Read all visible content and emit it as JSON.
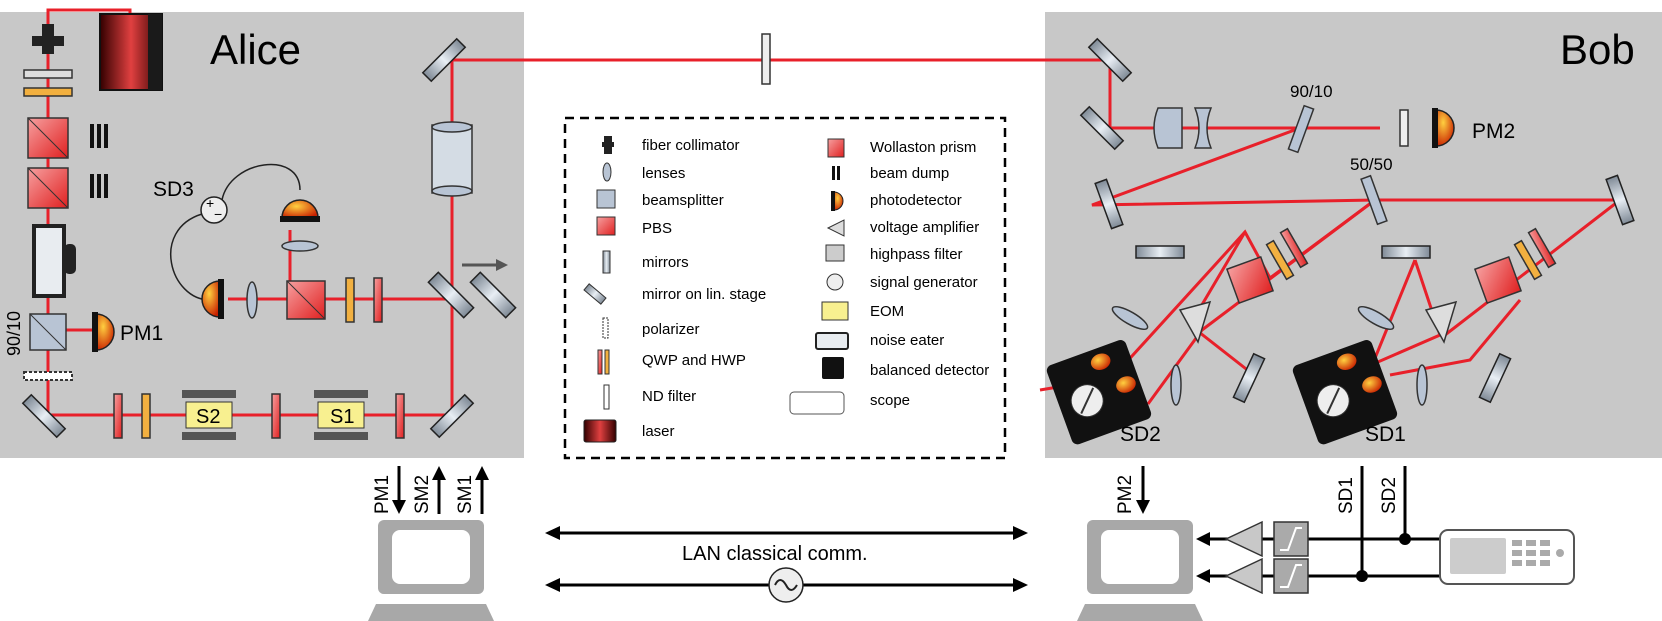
{
  "alice": {
    "title": "Alice",
    "sd3": "SD3",
    "pm1": "PM1",
    "ratio": "90/10",
    "s1": "S1",
    "s2": "S2"
  },
  "bob": {
    "title": "Bob",
    "ratio1": "90/10",
    "ratio2": "50/50",
    "pm2": "PM2",
    "sd1": "SD1",
    "sd2": "SD2"
  },
  "legend": {
    "left": [
      "fiber collimator",
      "lenses",
      "beamsplitter",
      "PBS",
      "mirrors",
      "mirror on lin. stage",
      "polarizer",
      "QWP and HWP",
      "ND filter",
      "laser"
    ],
    "right": [
      "Wollaston prism",
      "beam dump",
      "photodetector",
      "voltage amplifier",
      "highpass filter",
      "signal generator",
      "EOM",
      "noise eater",
      "balanced detector",
      "scope"
    ]
  },
  "bottom": {
    "lan": "LAN classical comm.",
    "alice_signals": [
      "PM1",
      "SM2",
      "SM1"
    ],
    "bob_signals": [
      "PM2",
      "SD1",
      "SD2"
    ]
  },
  "colors": {
    "beam": "#e8202a",
    "panel": "#c8c8c8",
    "optic": "#b8c4d4",
    "detector": "#e07020"
  }
}
